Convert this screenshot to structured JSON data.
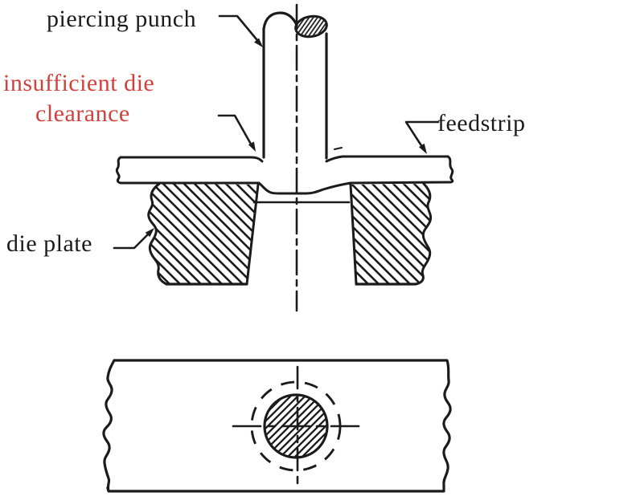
{
  "figure": {
    "kind": "piercing-die-section-and-plan-diagram",
    "labels": {
      "piercing_punch": "piercing punch",
      "insufficient_die_line1": "insufficient die",
      "insufficient_die_line2": "clearance",
      "feedstrip": "feedstrip",
      "die_plate": "die plate"
    },
    "colors": {
      "line": "#1b1b1b",
      "highlight_red": "#d3403c",
      "background": "#ffffff"
    }
  }
}
